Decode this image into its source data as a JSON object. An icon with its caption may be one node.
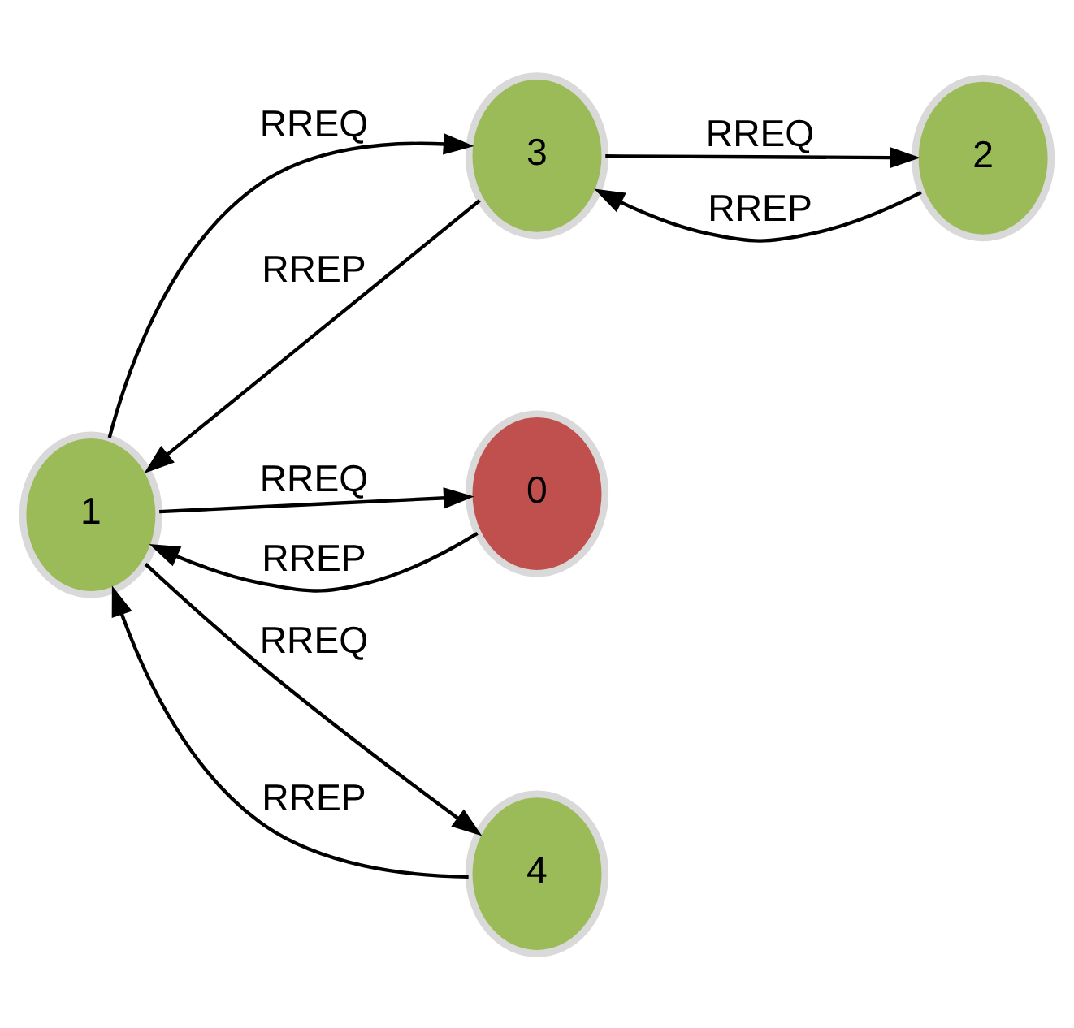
{
  "diagram": {
    "nodes": [
      {
        "text": [
          "1"
        ]
      },
      {
        "text": [
          "3"
        ]
      },
      {
        "text": [
          "2"
        ]
      },
      {
        "text": [
          "0"
        ]
      },
      {
        "text": [
          "4"
        ]
      }
    ],
    "edges": [
      {
        "from": 0,
        "to": 1,
        "arrow": "to",
        "label": "RREQ"
      },
      {
        "from": 1,
        "to": 0,
        "arrow": "to",
        "label": "RREP"
      },
      {
        "from": 1,
        "to": 2,
        "arrow": "to",
        "label": "RREQ"
      },
      {
        "from": 2,
        "to": 1,
        "arrow": "to",
        "label": "RREP"
      },
      {
        "from": 0,
        "to": 3,
        "arrow": "to",
        "label": "RREQ"
      },
      {
        "from": 3,
        "to": 0,
        "arrow": "to",
        "label": "RREP"
      },
      {
        "from": 0,
        "to": 4,
        "arrow": "to",
        "label": "RREQ"
      },
      {
        "from": 4,
        "to": 0,
        "arrow": "to",
        "label": "RREP"
      }
    ]
  }
}
